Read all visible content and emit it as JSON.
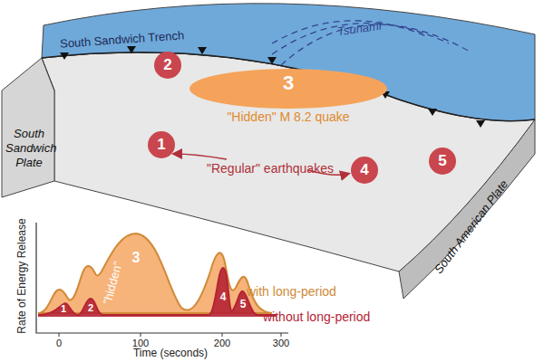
{
  "diagram": {
    "nodes": [
      {
        "text": [
          "2"
        ]
      },
      {
        "text": [
          "3",
          "\"Hidden\" M 8.2 quake"
        ]
      },
      {
        "text": [
          "1"
        ]
      },
      {
        "text": [
          "4"
        ]
      },
      {
        "text": [
          "5"
        ]
      }
    ],
    "labels": [
      "South Sandwich Trench",
      "Tsunami",
      "\"Regular\" earthquakes",
      "South Sandwich Plate",
      "South American Plate",
      "with long-period",
      "\"hidden\"",
      "3",
      "1",
      "2",
      "4",
      "5",
      "without long-period",
      "Rate of Energy Release",
      "Time (seconds)",
      "0",
      "100",
      "200",
      "300"
    ]
  }
}
